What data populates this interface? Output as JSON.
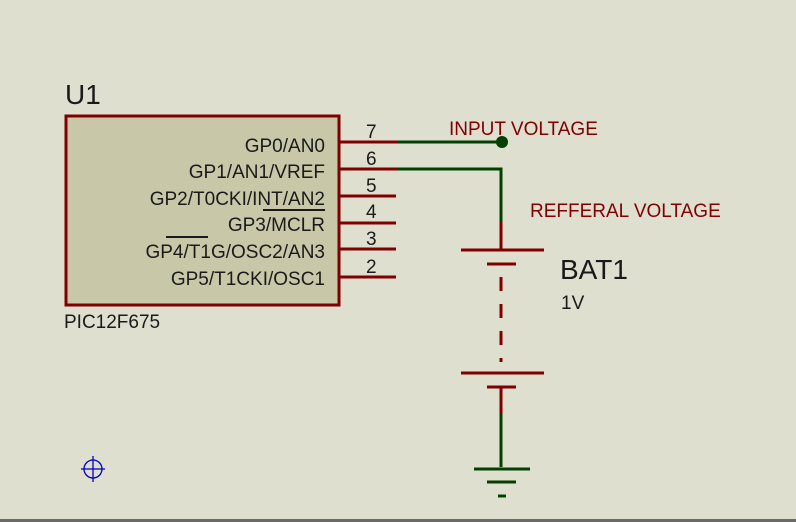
{
  "colors": {
    "background": "#dfdfd0",
    "component_outline": "#800000",
    "chip_fill": "#c8c8a8",
    "wire": "#004000",
    "net_label": "#800000",
    "text": "#1a1a1a",
    "marker": "#0000c0"
  },
  "ic": {
    "ref": "U1",
    "part": "PIC12F675",
    "pins": [
      {
        "number": "7",
        "name": "GP0/AN0"
      },
      {
        "number": "6",
        "name": "GP1/AN1/VREF"
      },
      {
        "number": "5",
        "name": "GP2/T0CKI/INT/AN2"
      },
      {
        "number": "4",
        "name": "GP3/MCLR"
      },
      {
        "number": "3",
        "name": "GP4/T1G/OSC2/AN3"
      },
      {
        "number": "2",
        "name": "GP5/T1CKI/OSC1"
      }
    ]
  },
  "battery": {
    "ref": "BAT1",
    "value": "1V"
  },
  "net_labels": {
    "input": "INPUT VOLTAGE",
    "reference": "REFFERAL VOLTAGE"
  },
  "ground": {
    "symbol": "ground-icon"
  },
  "origin_marker": {
    "symbol": "crosshair-icon"
  }
}
